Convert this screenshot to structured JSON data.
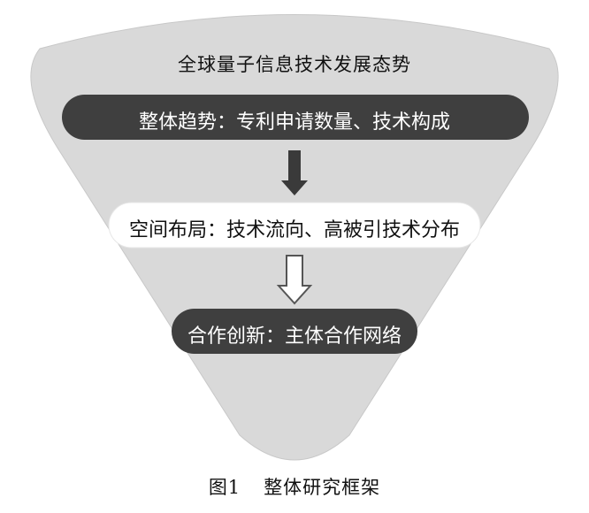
{
  "diagram": {
    "top_label": "全球量子信息技术发展态势",
    "levels": [
      {
        "label": "整体趋势：专利申请数量、技术构成",
        "style": "dark"
      },
      {
        "label": "空间布局：技术流向、高被引技术分布",
        "style": "light"
      },
      {
        "label": "合作创新：主体合作网络",
        "style": "dark"
      }
    ],
    "arrows": [
      {
        "from": 0,
        "to": 1,
        "style": "filled"
      },
      {
        "from": 1,
        "to": 2,
        "style": "outline"
      }
    ],
    "colors": {
      "funnel_fill": "#d9d9d9",
      "dark_bar": "#3f3f3f",
      "light_bar": "#ffffff",
      "arrow_dark": "#3a3a3a",
      "arrow_outline": "#555555"
    }
  },
  "caption": {
    "figure_number": "图1",
    "title": "整体研究框架"
  }
}
